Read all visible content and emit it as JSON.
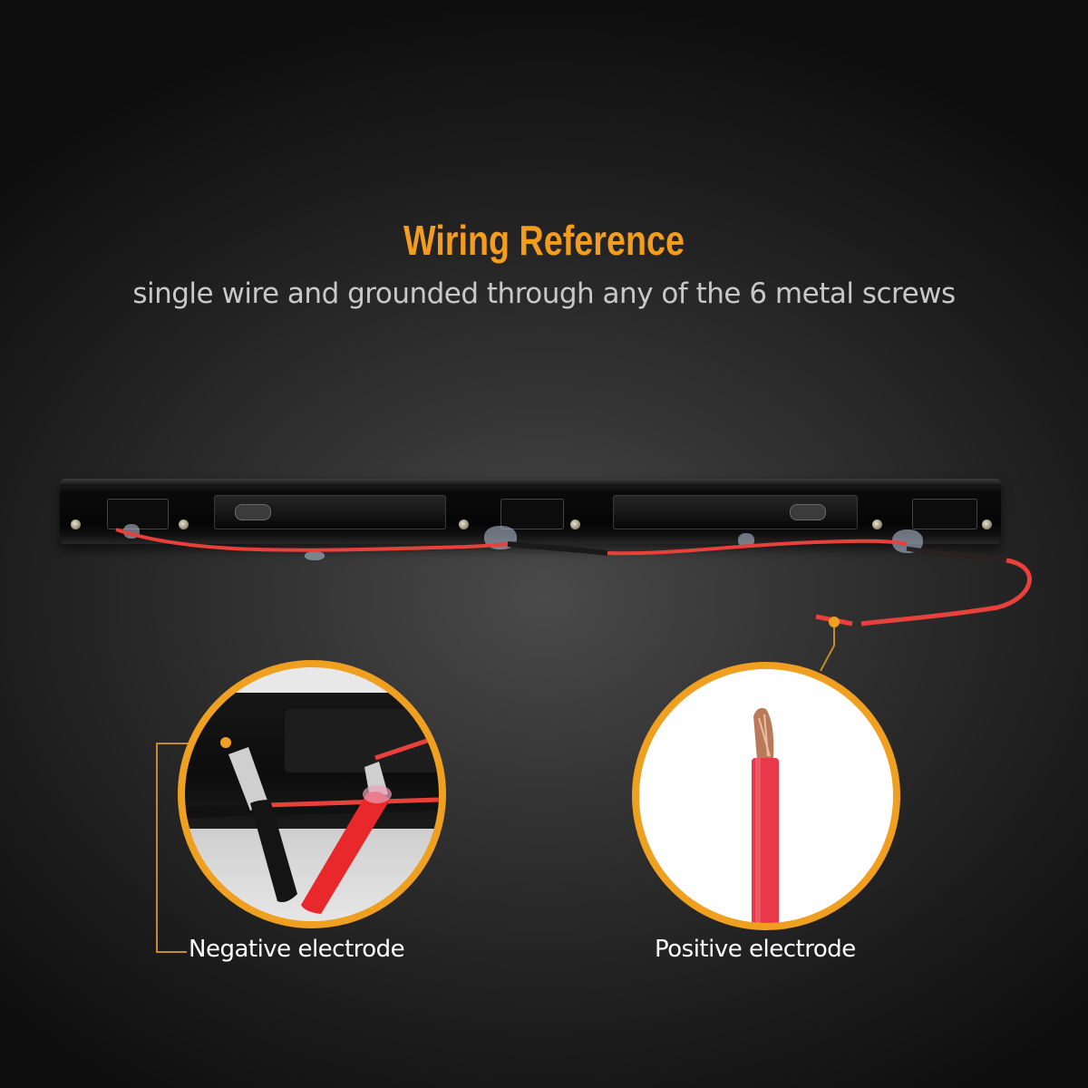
{
  "header": {
    "title": "Wiring Reference",
    "subtitle": "single wire and grounded through any of the 6 metal screws"
  },
  "colors": {
    "title": "#f39c1e",
    "subtitle": "#c8c8c8",
    "accent_ring": "#f0a020",
    "wire_red": "#e8403a",
    "label": "#ffffff"
  },
  "product": {
    "name": "light-bar-backplate",
    "screw_count": 6
  },
  "callouts": [
    {
      "id": "negative",
      "label": "Negative electrode",
      "depicts": "alligator clips on metal screw"
    },
    {
      "id": "positive",
      "label": "Positive electrode",
      "depicts": "stripped red wire end"
    }
  ]
}
